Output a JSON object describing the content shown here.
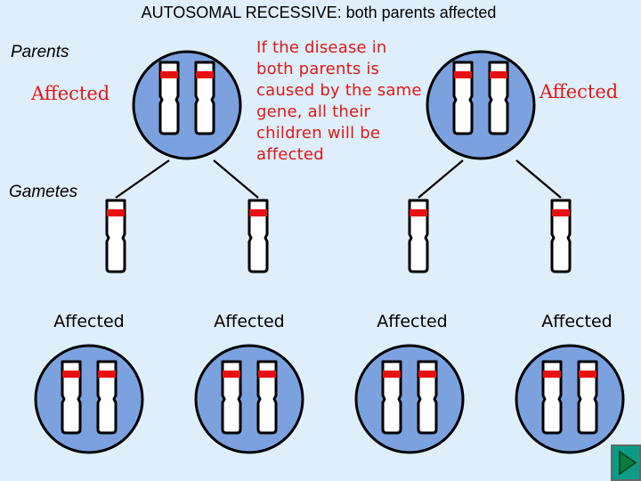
{
  "title": "AUTOSOMAL RECESSIVE: both parents affected",
  "labels": {
    "parents": "Parents",
    "gametes": "Gametes"
  },
  "parents": [
    {
      "status": "Affected"
    },
    {
      "status": "Affected"
    }
  ],
  "note": "If the disease in both parents is caused by the same gene, all their children will be affected",
  "children": [
    {
      "status": "Affected"
    },
    {
      "status": "Affected"
    },
    {
      "status": "Affected"
    },
    {
      "status": "Affected"
    }
  ],
  "colors": {
    "cell_fill": "#7ba1de",
    "cell_stroke": "#000000",
    "band": "#e81010",
    "accent_text": "#e01818",
    "background": "#deeefa",
    "next_button": "#0c9c86"
  },
  "icons": {
    "next": "play-triangle-icon"
  }
}
